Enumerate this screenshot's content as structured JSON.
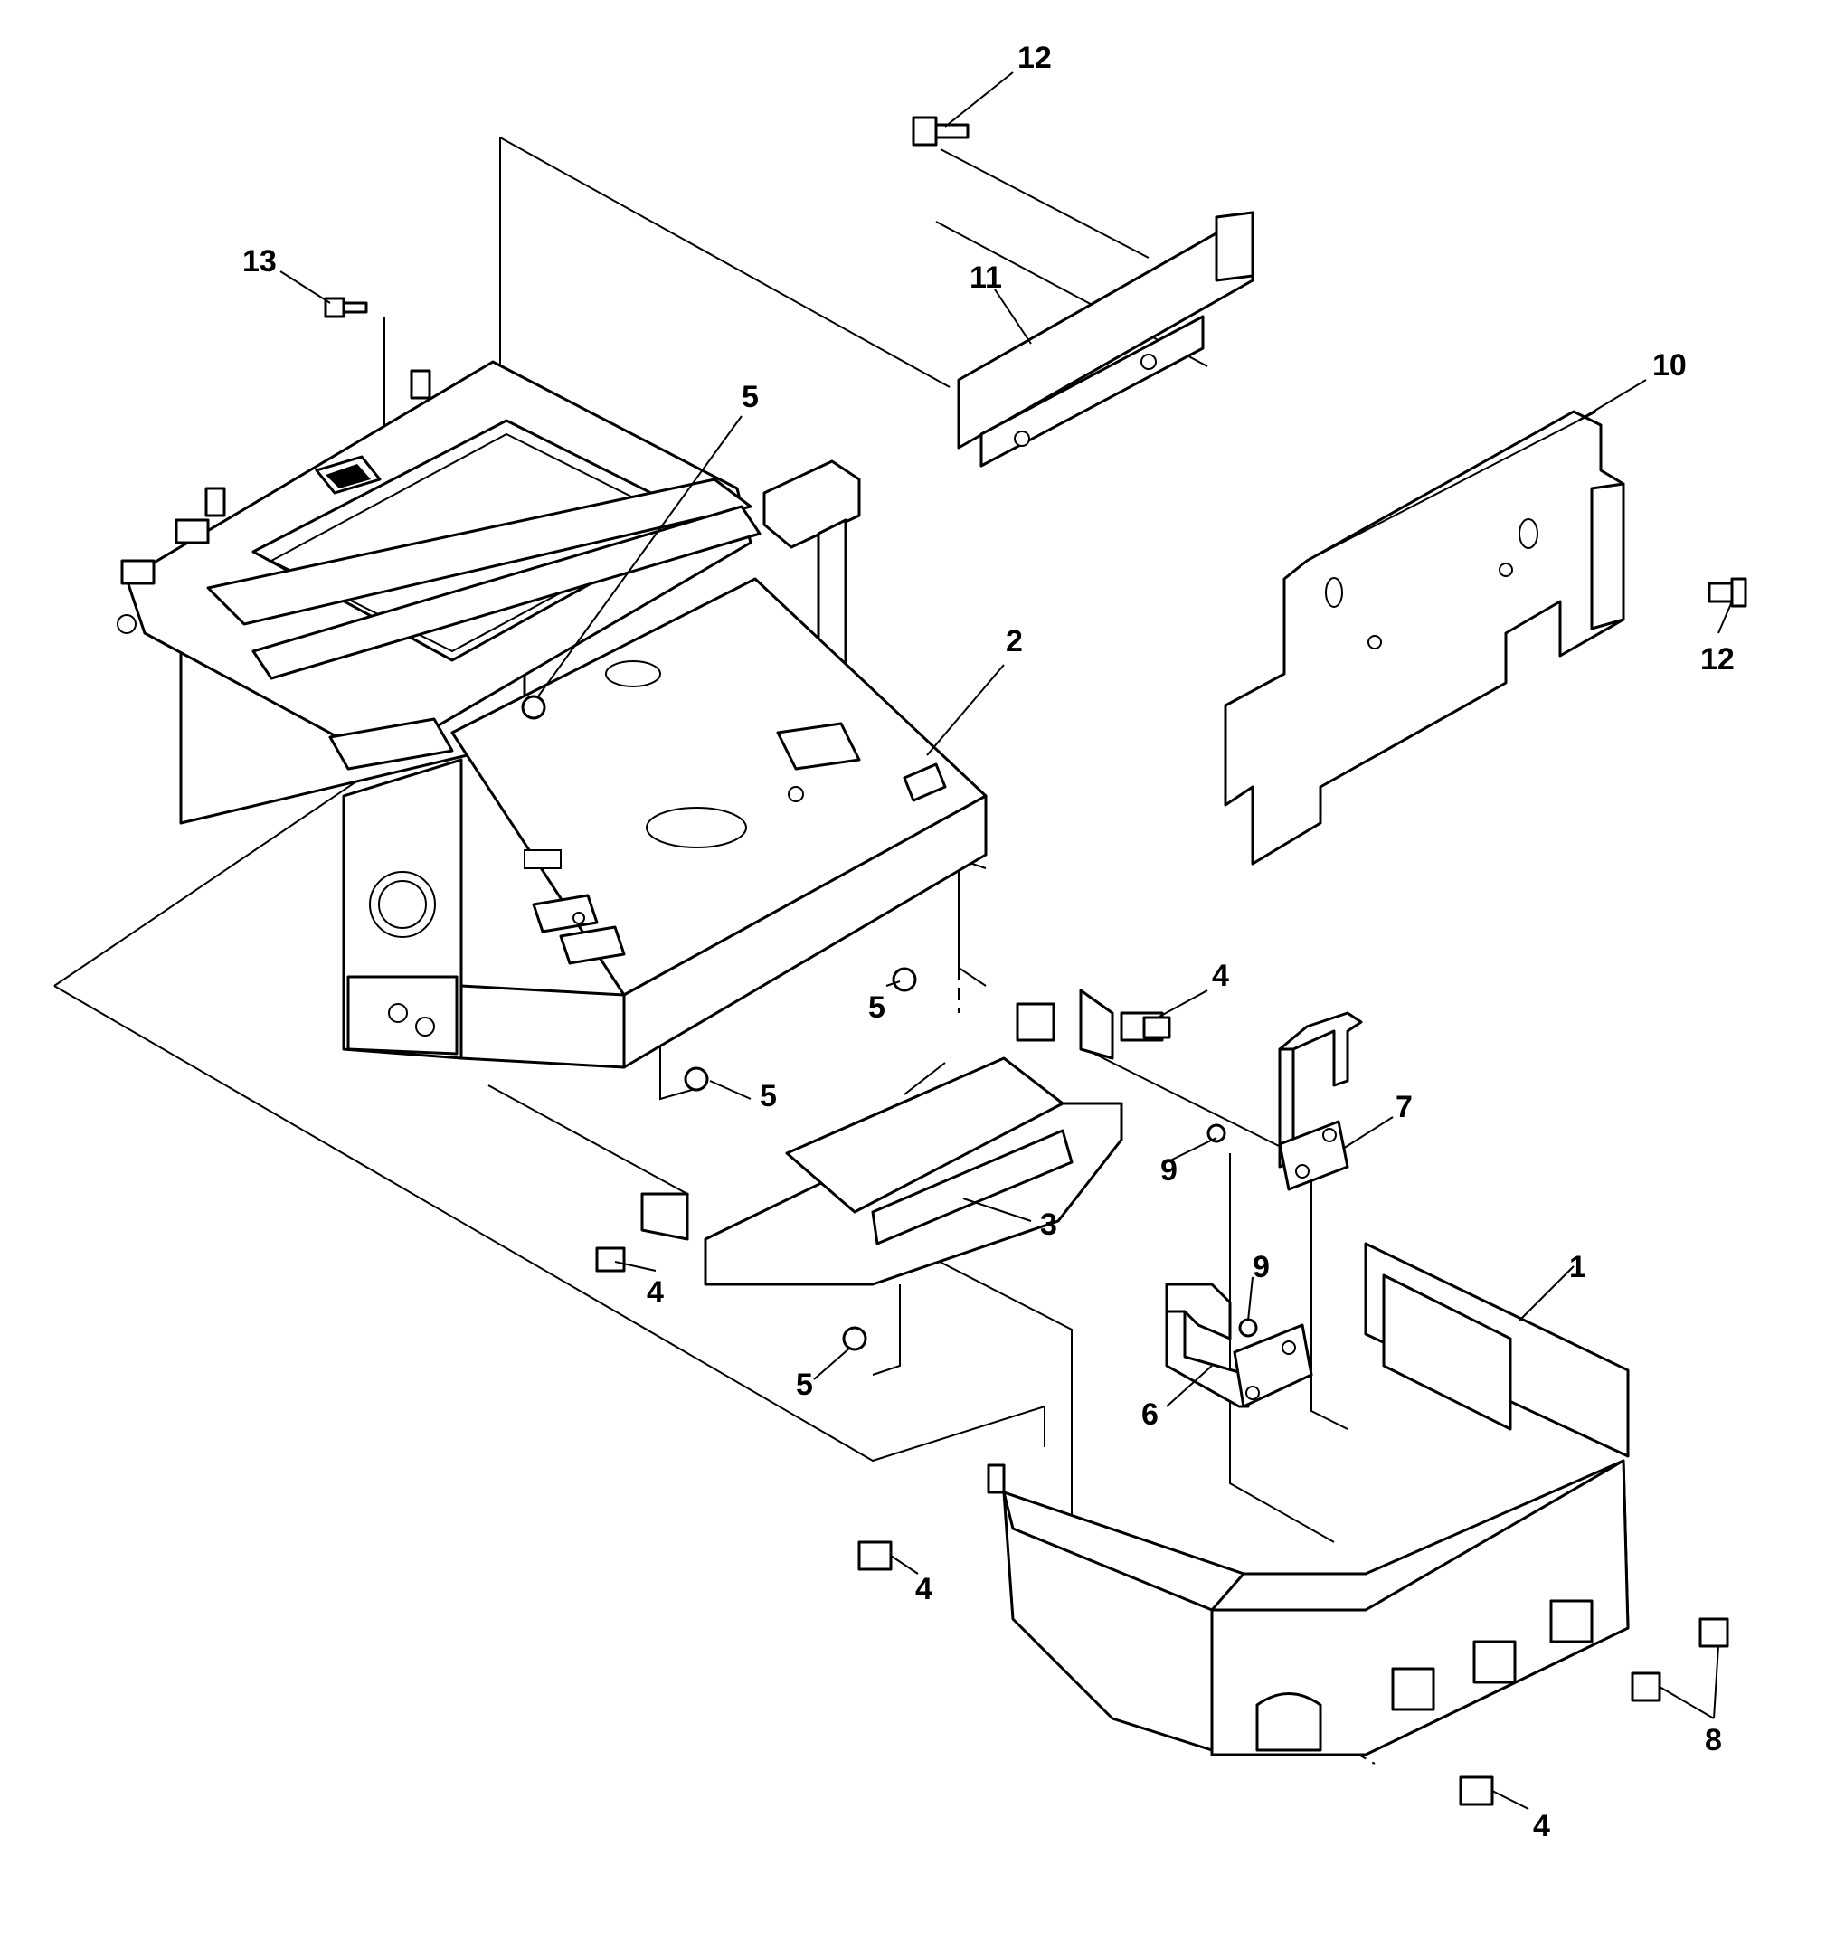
{
  "callouts": [
    {
      "id": "c1",
      "label": "1"
    },
    {
      "id": "c2",
      "label": "2"
    },
    {
      "id": "c3",
      "label": "3"
    },
    {
      "id": "c4a",
      "label": "4"
    },
    {
      "id": "c4b",
      "label": "4"
    },
    {
      "id": "c4c",
      "label": "4"
    },
    {
      "id": "c4d",
      "label": "4"
    },
    {
      "id": "c5a",
      "label": "5"
    },
    {
      "id": "c5b",
      "label": "5"
    },
    {
      "id": "c5c",
      "label": "5"
    },
    {
      "id": "c5d",
      "label": "5"
    },
    {
      "id": "c6",
      "label": "6"
    },
    {
      "id": "c7",
      "label": "7"
    },
    {
      "id": "c8",
      "label": "8"
    },
    {
      "id": "c9a",
      "label": "9"
    },
    {
      "id": "c9b",
      "label": "9"
    },
    {
      "id": "c10",
      "label": "10"
    },
    {
      "id": "c11",
      "label": "11"
    },
    {
      "id": "c12a",
      "label": "12"
    },
    {
      "id": "c12b",
      "label": "12"
    },
    {
      "id": "c13",
      "label": "13"
    }
  ]
}
